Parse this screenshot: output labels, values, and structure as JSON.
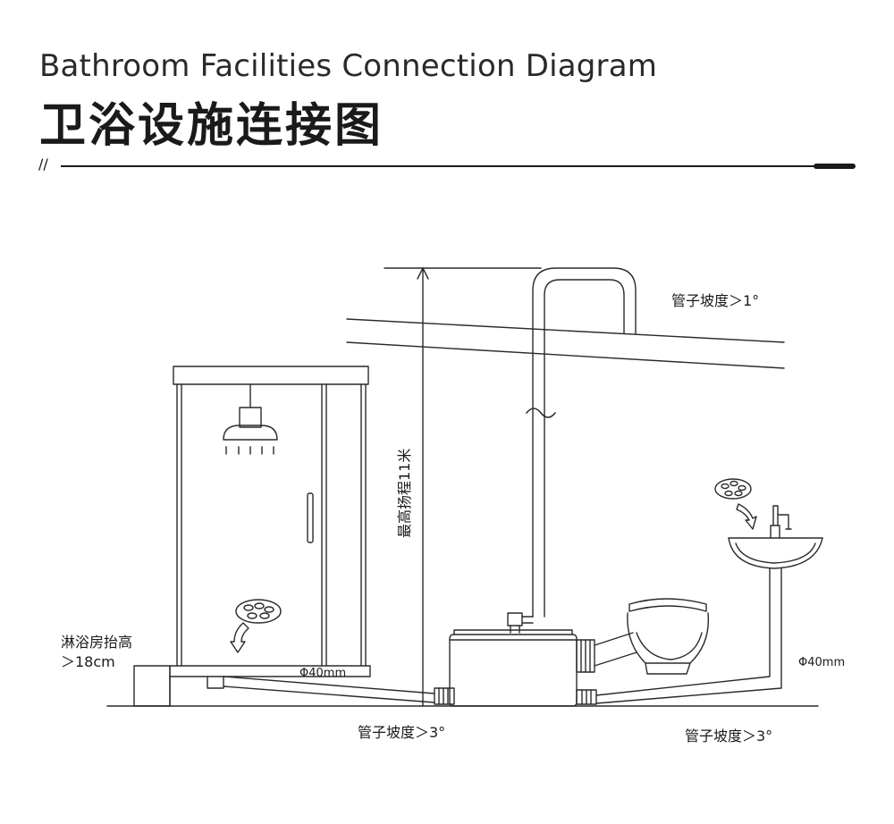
{
  "header": {
    "title_en": "Bathroom Facilities Connection Diagram",
    "title_zh": "卫浴设施连接图",
    "marker": "//"
  },
  "labels": {
    "slope_top": "管子坡度＞1°",
    "lift_height": "最高扬程11米",
    "shower_raise_line1": "淋浴房抬高",
    "shower_raise_line2": "＞18cm",
    "pipe_dia_left": "Φ40mm",
    "pipe_dia_right": "Φ40mm",
    "slope_bottom_left": "管子坡度＞3°",
    "slope_bottom_right": "管子坡度＞3°"
  },
  "icons": {
    "drain_shower": "floor-drain-icon",
    "drain_basin": "sink-drain-icon",
    "arrow": "curved-arrow-icon"
  }
}
